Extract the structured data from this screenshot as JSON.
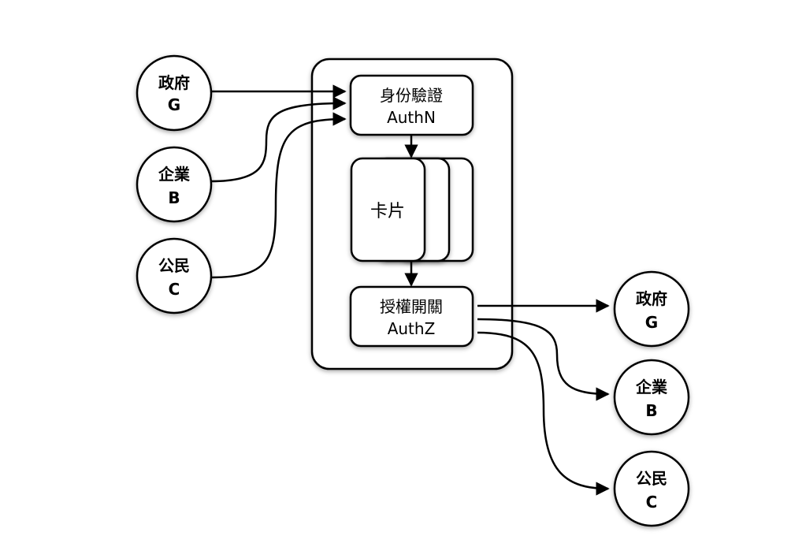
{
  "style": {
    "stroke": "#000000",
    "fill": "#ffffff",
    "shadow": "#000000"
  },
  "inputs": [
    {
      "line1": "政府",
      "line2": "G"
    },
    {
      "line1": "企業",
      "line2": "B"
    },
    {
      "line1": "公民",
      "line2": "C"
    }
  ],
  "outputs": [
    {
      "line1": "政府",
      "line2": "G"
    },
    {
      "line1": "企業",
      "line2": "B"
    },
    {
      "line1": "公民",
      "line2": "C"
    }
  ],
  "authn": {
    "line1": "身份驗證",
    "line2": "AuthN"
  },
  "card": {
    "label": "卡片"
  },
  "authz": {
    "line1": "授權開關",
    "line2": "AuthZ"
  }
}
